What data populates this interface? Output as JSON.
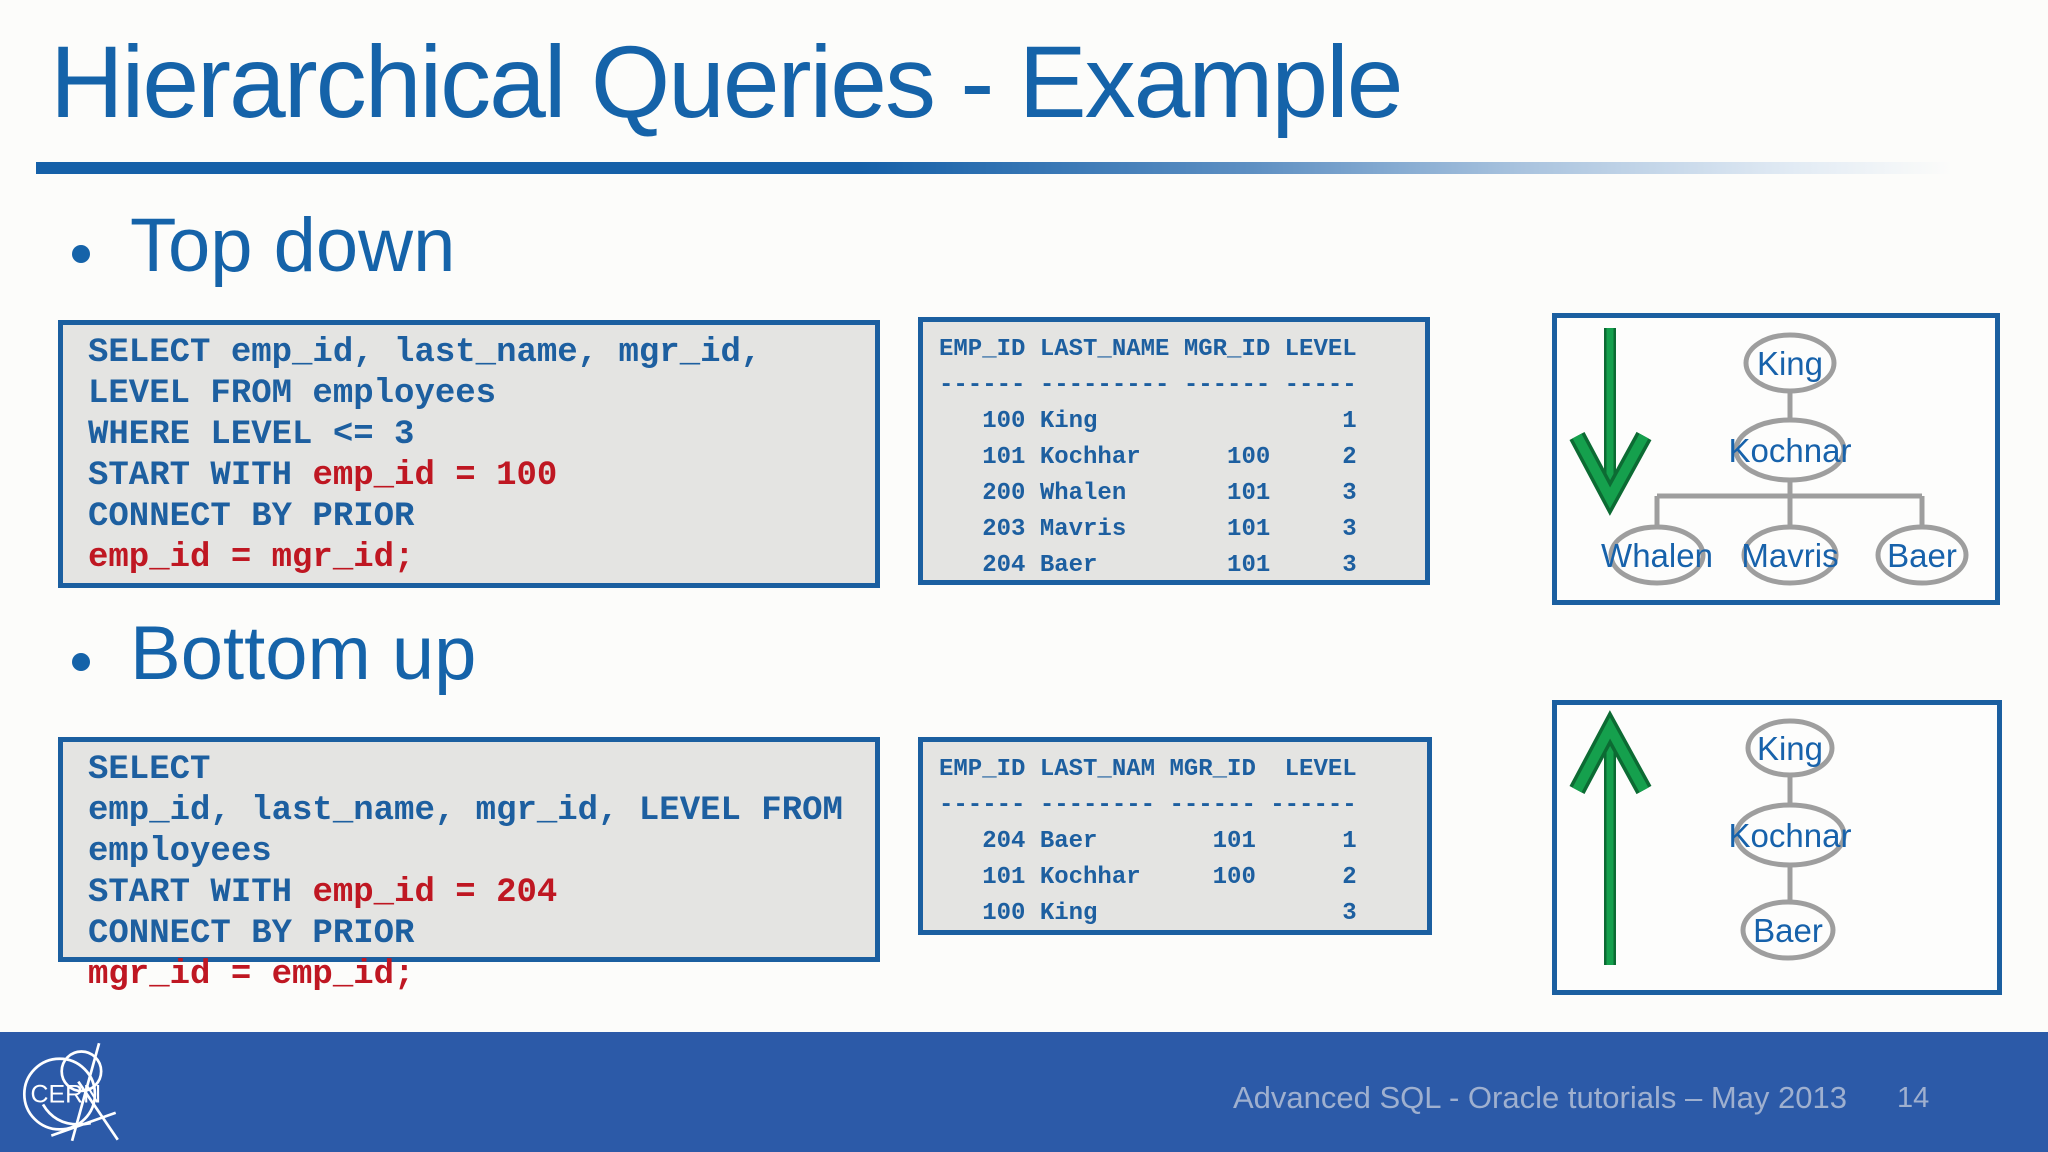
{
  "title": "Hierarchical Queries - Example",
  "sections": {
    "top_down": {
      "heading": "Top down",
      "code": {
        "l1": "SELECT emp_id, last_name, mgr_id,",
        "l2": "LEVEL FROM employees",
        "l3": "WHERE LEVEL <= 3",
        "l4a": "START WITH ",
        "l4b": "emp_id = 100",
        "l5": "CONNECT BY PRIOR",
        "l6": "emp_id = mgr_id;"
      },
      "result": {
        "columns": [
          "EMP_ID",
          "LAST_NAME",
          "MGR_ID",
          "LEVEL"
        ],
        "rows": [
          [
            "100",
            "King",
            "",
            "1"
          ],
          [
            "101",
            "Kochhar",
            "100",
            "2"
          ],
          [
            "200",
            "Whalen",
            "101",
            "3"
          ],
          [
            "203",
            "Mavris",
            "101",
            "3"
          ],
          [
            "204",
            "Baer",
            "101",
            "3"
          ]
        ],
        "lines": [
          "EMP_ID LAST_NAME MGR_ID LEVEL",
          "------ --------- ------ -----",
          "   100 King                 1",
          "   101 Kochhar      100     2",
          "   200 Whalen       101     3",
          "   203 Mavris       101     3",
          "   204 Baer         101     3"
        ]
      },
      "tree": {
        "arrow_direction": "down",
        "nodes": [
          "King",
          "Kochnar",
          "Whalen",
          "Mavris",
          "Baer"
        ]
      }
    },
    "bottom_up": {
      "heading": "Bottom up",
      "code": {
        "l1": "SELECT",
        "l2": "emp_id, last_name, mgr_id, LEVEL FROM",
        "l3": "employees",
        "l4a": "START WITH ",
        "l4b": "emp_id = 204",
        "l5": "CONNECT BY PRIOR",
        "l6": "mgr_id = emp_id;"
      },
      "result": {
        "columns": [
          "EMP_ID",
          "LAST_NAM",
          "MGR_ID",
          "LEVEL"
        ],
        "rows": [
          [
            "204",
            "Baer",
            "101",
            "1"
          ],
          [
            "101",
            "Kochhar",
            "100",
            "2"
          ],
          [
            "100",
            "King",
            "",
            "3"
          ]
        ],
        "lines": [
          "EMP_ID LAST_NAM MGR_ID  LEVEL",
          "------ -------- ------ ------",
          "   204 Baer        101      1",
          "   101 Kochhar     100      2",
          "   100 King                 3"
        ]
      },
      "tree": {
        "arrow_direction": "up",
        "nodes": [
          "King",
          "Kochnar",
          "Baer"
        ]
      }
    }
  },
  "footer": {
    "logo_text": "CERN",
    "text": "Advanced SQL - Oracle tutorials – May 2013",
    "page": "14"
  },
  "colors": {
    "title_blue": "#1563a9",
    "code_blue": "#1d5fa0",
    "code_red": "#bf1722",
    "box_border_blue": "#1b5fa0",
    "box_background": "#e4e4e2",
    "tree_line_gray": "#9e9e9e",
    "arrow_green": "#15a04d",
    "footer_background": "#2c5aa8",
    "footer_text": "#9fb0cf"
  }
}
